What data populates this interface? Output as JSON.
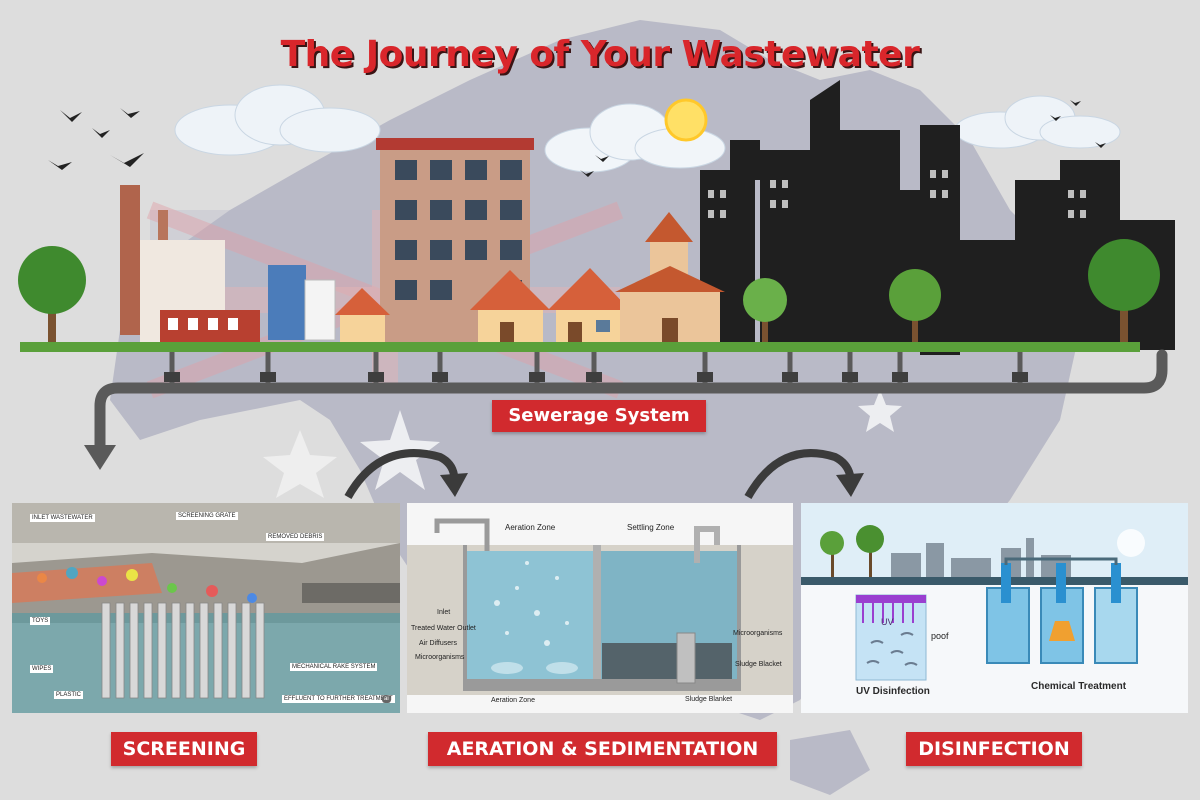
{
  "title": "The Journey of Your Wastewater",
  "sewerage_label": "Sewerage System",
  "steps": [
    {
      "label": "SCREENING"
    },
    {
      "label": "AERATION & SEDIMENTATION"
    },
    {
      "label": "DISINFECTION"
    }
  ],
  "screening_panel": {
    "inlet": "INLET WASTEWATER",
    "grate": "SCREENING GRATE",
    "debris": "REMOVED DEBRIS",
    "toys": "TOYS",
    "wipes": "WIPES",
    "plastic": "PLASTIC",
    "rake": "MECHANICAL RAKE SYSTEM",
    "effluent": "EFFLUENT TO FURTHER TREATMENT",
    "badge": "ai"
  },
  "aeration_panel": {
    "aeration_zone_top": "Aeration Zone",
    "settling_zone": "Settling Zone",
    "inlet": "Inlet",
    "treated_outlet": "Treated Water Outlet",
    "air_diffusers": "Air Diffusers",
    "microorganisms_left": "Microorganisms",
    "microorganisms_right": "Microorganisms",
    "sludge_blacket": "Sludge Blacket",
    "sludge_blanket": "Sludge Blanket",
    "aeration_zone_bottom": "Aeration Zone"
  },
  "disinfection_panel": {
    "uv": "UV",
    "poof": "poof",
    "uv_title": "UV Disinfection",
    "chem_title": "Chemical Treatment"
  },
  "colors": {
    "accent_red": "#d12a2e",
    "pipe_gray": "#5a5a5a",
    "background": "#dddddd"
  }
}
